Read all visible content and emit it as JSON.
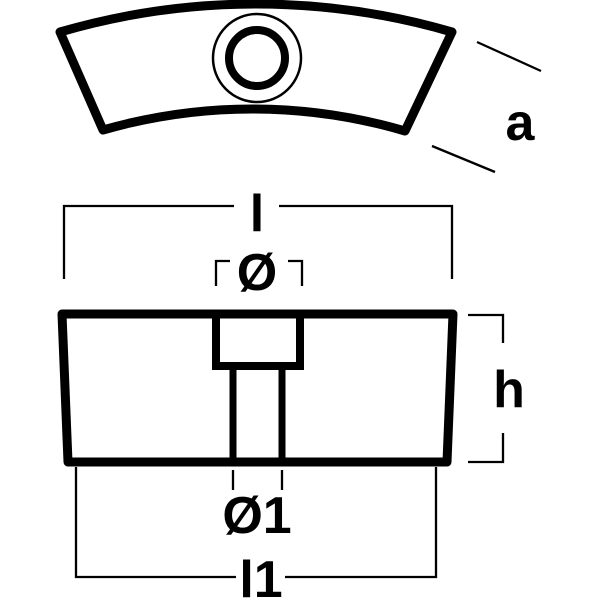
{
  "drawing": {
    "description": "Technical dimension drawing of a curved block anode: top view (arc segment with counterbored hole) and front section view",
    "colors": {
      "line": "#000000",
      "background": "#ffffff"
    },
    "labels": {
      "angle": "a",
      "top_length": "l",
      "counterbore_diameter": "Ø",
      "height": "h",
      "hole_diameter": "Ø1",
      "bottom_length": "l1"
    }
  }
}
